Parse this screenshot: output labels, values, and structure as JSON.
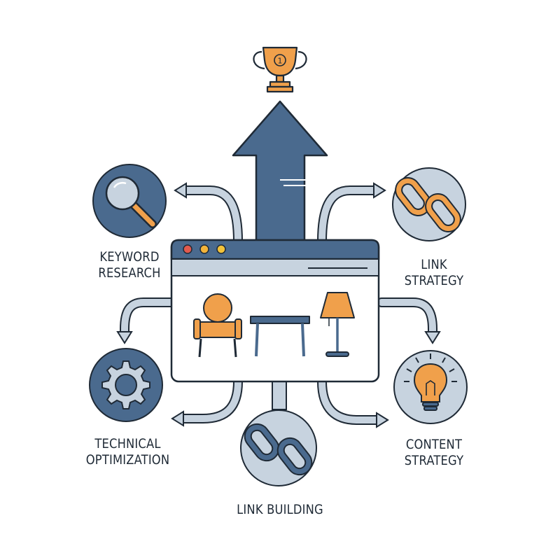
{
  "colors": {
    "navy": "#4a6a8e",
    "orange": "#f0a04b",
    "light_blue": "#c7d3df",
    "outline": "#1f2a36",
    "window_dots": [
      "#e25a4e",
      "#f2b43a",
      "#f2c23a"
    ]
  },
  "top": {
    "icon": "trophy-icon",
    "badge_text": "1"
  },
  "browser": {
    "icons": [
      "armchair-icon",
      "table-icon",
      "floor-lamp-icon"
    ]
  },
  "nodes": [
    {
      "id": "keyword-research",
      "icon": "magnifier-icon",
      "lines": [
        "KEYWORD",
        "RESEARCH"
      ]
    },
    {
      "id": "link-strategy",
      "icon": "chain-link-icon",
      "lines": [
        "LINK",
        "STRATEGY"
      ]
    },
    {
      "id": "technical-optimization",
      "icon": "gear-icon",
      "lines": [
        "TECHNICAL",
        "OPTIMIZATION"
      ]
    },
    {
      "id": "content-strategy",
      "icon": "lightbulb-icon",
      "lines": [
        "CONTENT",
        "STRATEGY"
      ]
    },
    {
      "id": "link-building",
      "icon": "chain-link-icon",
      "lines": [
        "LINK BUILDING"
      ]
    }
  ]
}
